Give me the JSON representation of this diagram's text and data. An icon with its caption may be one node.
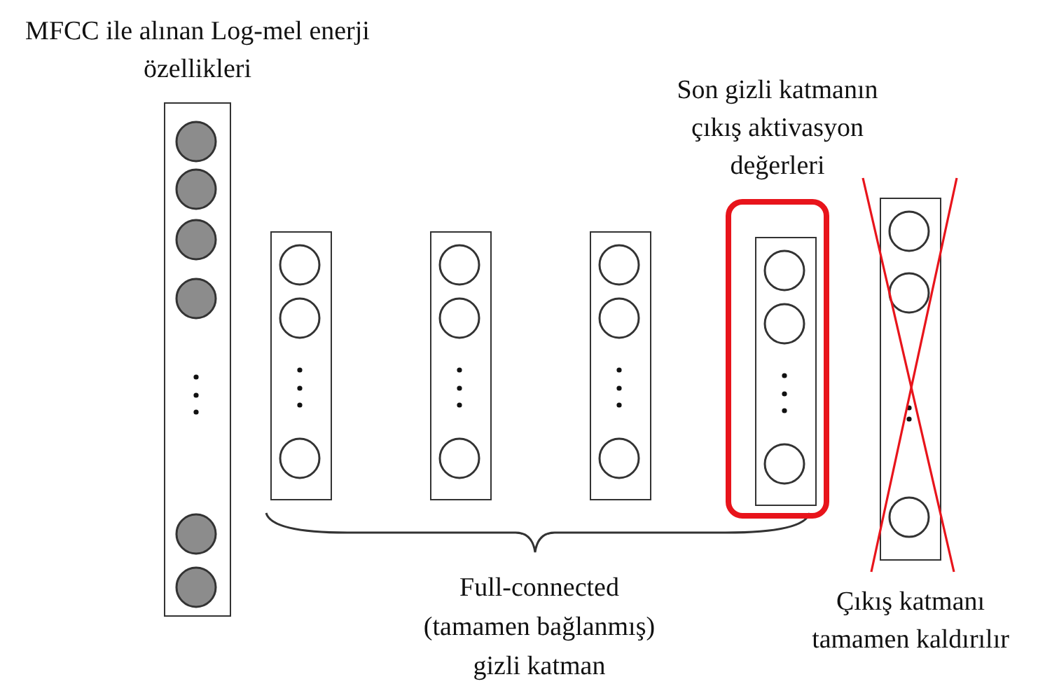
{
  "diagram": {
    "nodes": [
      {
        "text": [
          "MFCC ile alınan Log-mel enerji özellikleri"
        ]
      },
      {
        "text": [],
        "shape": "box"
      },
      {
        "text": [],
        "shape": "box"
      },
      {
        "text": [],
        "shape": "box"
      },
      {
        "text": [
          "Son gizli katmanın çıkış aktivasyon değerleri"
        ]
      },
      {
        "text": [],
        "shape": "box",
        "in": 4
      },
      {
        "text": [],
        "shape": "box",
        "beside": [
          "Çıkış katmanı tamamen kaldırılır"
        ]
      }
    ],
    "labels": [
      "Full-connected (tamamen bağlanmış) gizli katman"
    ]
  }
}
